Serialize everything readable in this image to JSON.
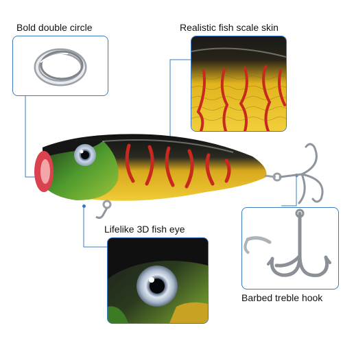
{
  "callouts": {
    "ring": "Bold double circle",
    "scale": "Realistic fish scale skin",
    "eye": "Lifelike 3D fish eye",
    "hook": "Barbed treble hook"
  },
  "colors": {
    "frame": "#3a78c2",
    "label_text": "#111111",
    "lure_yellow": "#e6b820",
    "lure_red": "#c8281e",
    "lure_green": "#4e9a2e",
    "lure_dark": "#151515"
  }
}
